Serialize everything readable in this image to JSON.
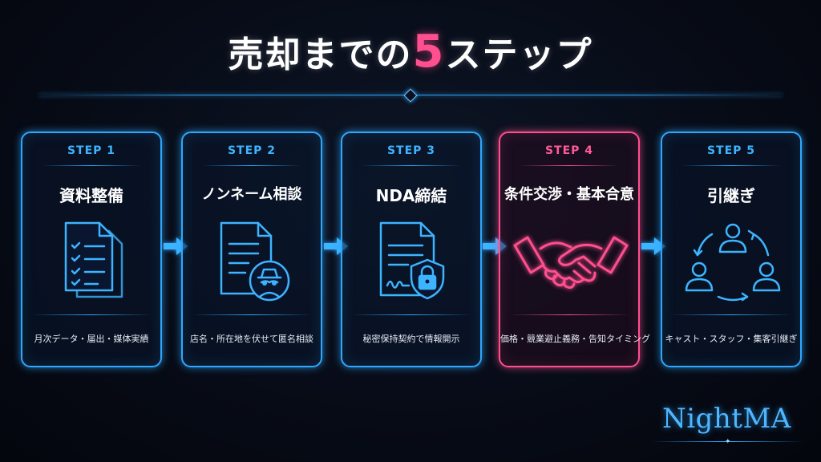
{
  "title": {
    "prefix": "売却までの",
    "number": "5",
    "suffix": "ステップ"
  },
  "steps": [
    {
      "label": "STEP 1",
      "name": "資料整備",
      "desc": "月次データ・届出・媒体実績",
      "icon": "document-checklist-icon"
    },
    {
      "label": "STEP 2",
      "name": "ノンネーム相談",
      "desc": "店名・所在地を伏せて匿名相談",
      "icon": "anonymous-agent-icon"
    },
    {
      "label": "STEP 3",
      "name": "NDA締結",
      "desc": "秘密保持契約で情報開示",
      "icon": "signed-contract-lock-icon"
    },
    {
      "label": "STEP 4",
      "name": "条件交渉・基本合意",
      "desc": "価格・競業避止義務・告知タイミング",
      "icon": "handshake-icon"
    },
    {
      "label": "STEP 5",
      "name": "引継ぎ",
      "desc": "キャスト・スタッフ・集客引継ぎ",
      "icon": "people-cycle-icon"
    }
  ],
  "logo": "NightMA",
  "colors": {
    "accent_blue": "#2ea8ff",
    "accent_pink": "#ff4f8f",
    "background": "#070b16"
  }
}
